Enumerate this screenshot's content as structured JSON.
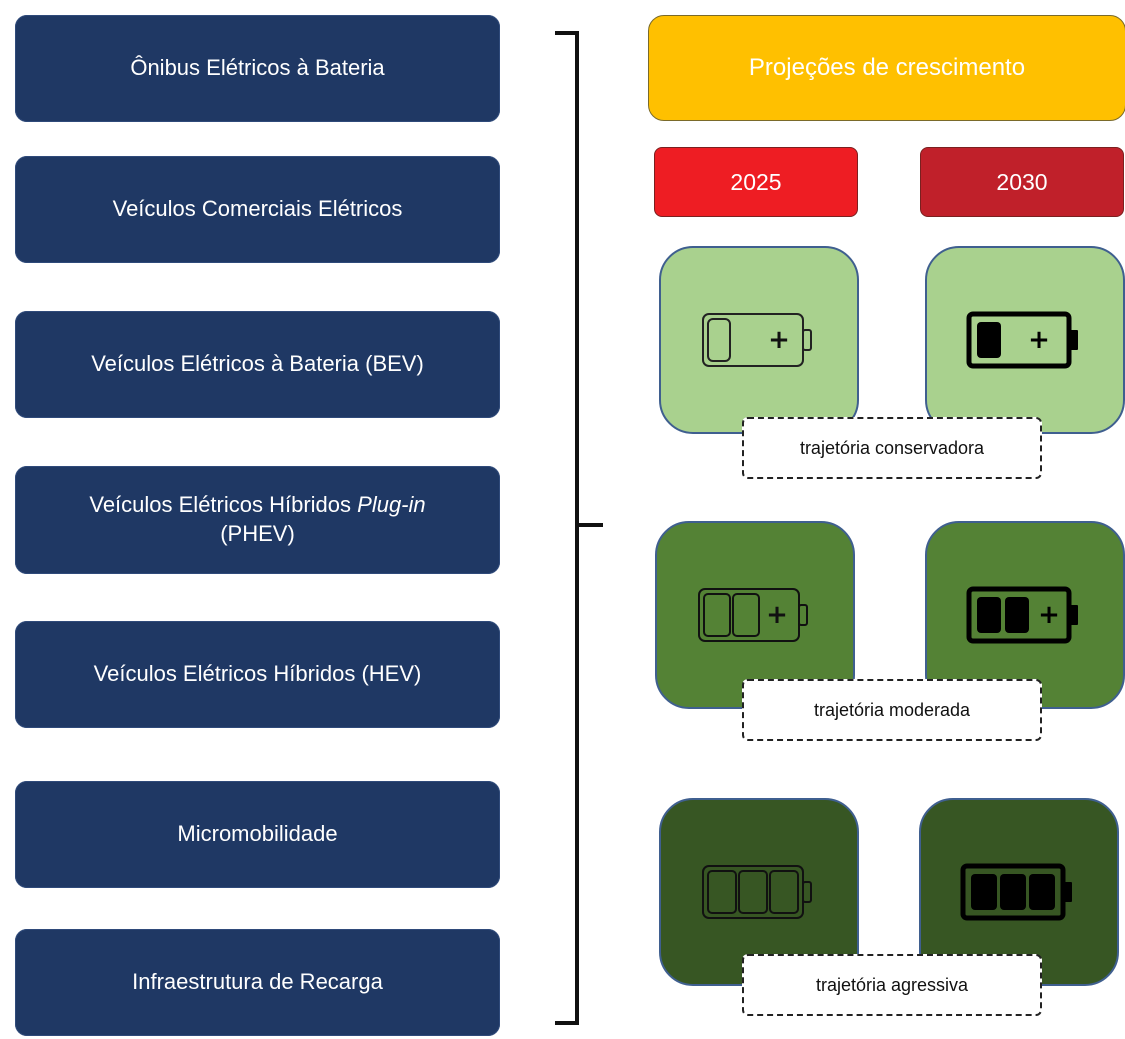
{
  "segments": [
    {
      "label": "Ônibus Elétricos à Bateria"
    },
    {
      "label": "Veículos Comerciais Elétricos"
    },
    {
      "label": "Veículos Elétricos à Bateria (BEV)"
    },
    {
      "label_pre": "Veículos Elétricos Híbridos ",
      "label_italic": "Plug-in",
      "label_post": "(PHEV)"
    },
    {
      "label": "Veículos Elétricos Híbridos (HEV)"
    },
    {
      "label": "Micromobilidade"
    },
    {
      "label": "Infraestrutura de Recarga"
    }
  ],
  "header": {
    "title": "Projeções de crescimento"
  },
  "years": [
    "2025",
    "2030"
  ],
  "trajectories": [
    {
      "label": "trajetória conservadora",
      "level_2025": 1,
      "level_2030": 1,
      "battery_cells": 3
    },
    {
      "label": "trajetória moderada",
      "level_2025": 2,
      "level_2030": 2,
      "battery_cells": 3
    },
    {
      "label": "trajetória agressiva",
      "level_2025": 3,
      "level_2030": 3,
      "battery_cells": 3
    }
  ],
  "colors": {
    "segment_box": "#1f3864",
    "header": "#ffc000",
    "year_2025": "#ee1d23",
    "year_2030": "#c0202a",
    "tile_conservative": "#a9d18e",
    "tile_moderate": "#548235",
    "tile_aggressive": "#375623",
    "battery_outline_2025": "#222222",
    "battery_fill_2030": "#000000"
  },
  "icons": {
    "battery_2025": "battery-outline-icon",
    "battery_2030": "battery-filled-icon"
  }
}
